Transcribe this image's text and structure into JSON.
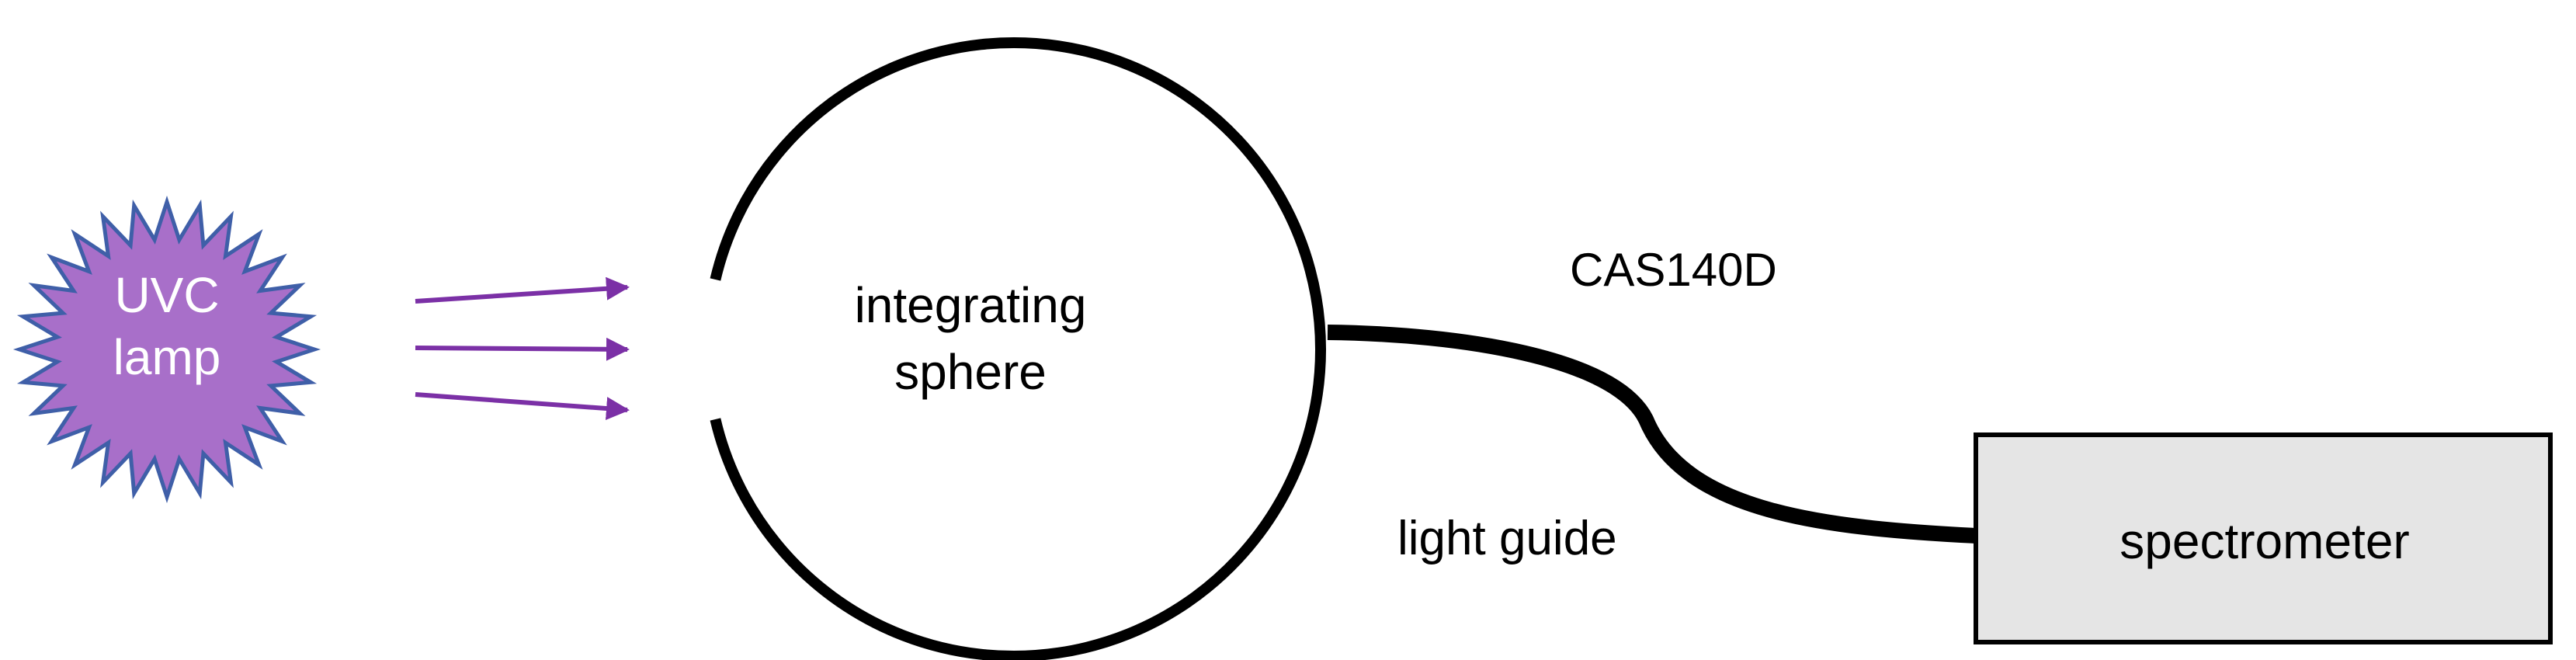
{
  "lamp": {
    "line1": "UVC",
    "line2": "lamp",
    "fill_color": "#a86fc9",
    "border_color": "#3f5fa8",
    "shape": "starburst"
  },
  "rays": {
    "color": "#7b30a6",
    "count": 3
  },
  "sphere": {
    "line1": "integrating",
    "line2": "sphere"
  },
  "cable": {
    "label": "light guide",
    "model": "CAS140D"
  },
  "spectrometer": {
    "label": "spectrometer",
    "fill_color": "#e5e5e5"
  }
}
